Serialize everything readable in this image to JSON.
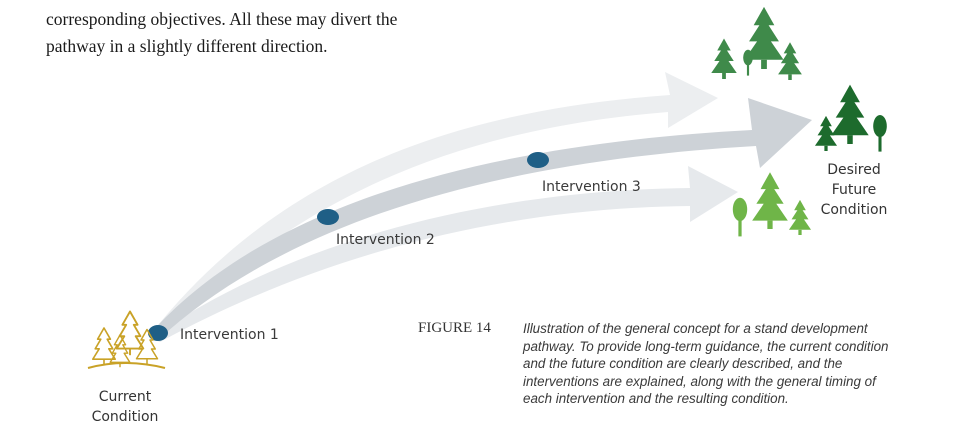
{
  "body_text": {
    "lines": [
      "corresponding objectives. All these may divert the",
      "pathway in a slightly different direction."
    ]
  },
  "diagram": {
    "start_label": [
      "Current",
      "Condition"
    ],
    "end_label": [
      "Desired",
      "Future",
      "Condition"
    ],
    "interventions": [
      {
        "label": "Intervention 1"
      },
      {
        "label": "Intervention 2"
      },
      {
        "label": "Intervention 3"
      }
    ],
    "colors": {
      "main_arrow": "#c8cdd2",
      "alt_arrow": "#e9ebed",
      "node": "#1f5f86",
      "tree_current": "#c9a227",
      "tree_upper": "#3f8a4a",
      "tree_target": "#1d6b2d",
      "tree_lower": "#6fb548"
    },
    "icons": [
      "current-stand-trees-icon",
      "alternative-upper-trees-icon",
      "desired-stand-trees-icon",
      "alternative-lower-trees-icon"
    ]
  },
  "figure": {
    "number": "FIGURE 14",
    "caption_lines": [
      "Illustration of the general concept for a stand development",
      "pathway. To provide long-term guidance, the current condition",
      "and the future condition are clearly described, and the",
      "interventions are explained, along with the general timing of",
      "each intervention and the resulting condition."
    ]
  }
}
